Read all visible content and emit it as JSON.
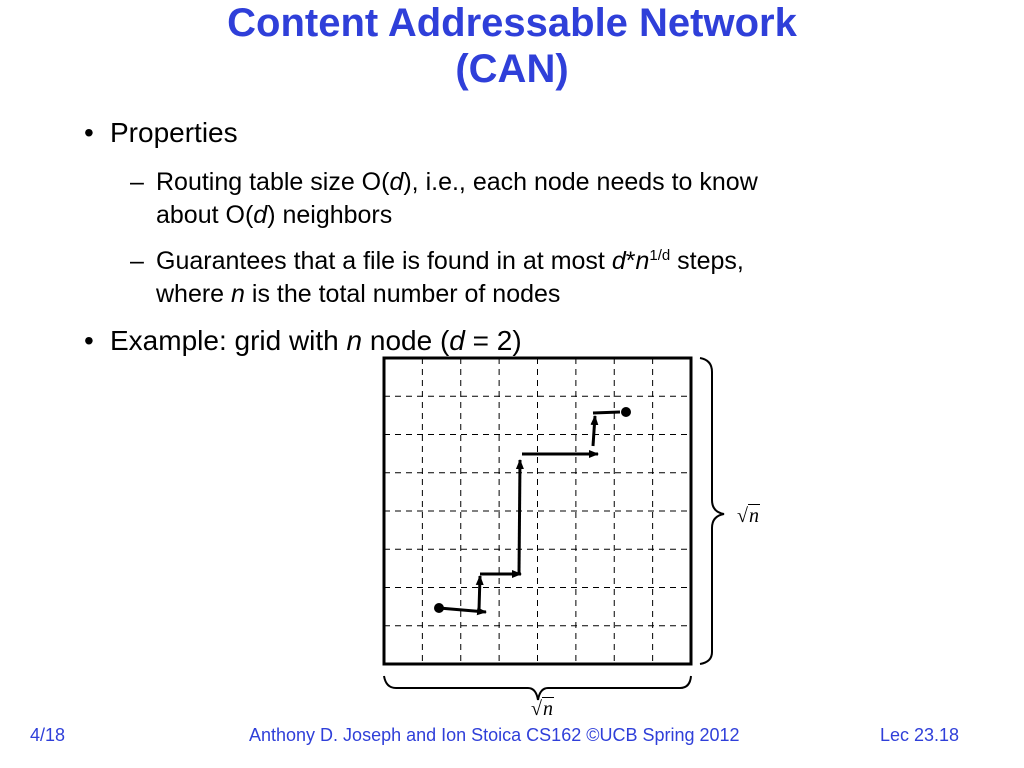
{
  "slide": {
    "title_line1": "Content Addressable Network",
    "title_line2": "(CAN)",
    "bullets": {
      "properties": "Properties",
      "example": {
        "prefix": "Example: grid with ",
        "n": "n",
        "mid": " node (",
        "d": "d",
        "suffix": " = 2)"
      }
    },
    "sub1": {
      "dash": "–",
      "a": "Routing table size O(",
      "d1": "d",
      "b": "), i.e., each node needs to know",
      "c": "about O(",
      "d2": "d",
      "e": ") neighbors"
    },
    "sub2": {
      "dash": "–",
      "a": "Guarantees that a file is found in at most ",
      "d": "d",
      "star": "*",
      "n1": "n",
      "exp": "1/d",
      "b": " steps,",
      "c": "where ",
      "n2": "n",
      "e": " is the total number of nodes"
    },
    "bullet_char": "•",
    "footer": {
      "left": "4/18",
      "center": "Anthony D. Joseph and Ion Stoica CS162 ©UCB Spring 2012",
      "right": "Lec 23.18"
    },
    "colors": {
      "title": "#2f3fd9",
      "footer": "#2f3fd9",
      "diagram": "#000000"
    }
  },
  "diagram": {
    "grid_cells": 8,
    "side_label": {
      "radical": "√",
      "radicand": "n"
    },
    "bottom_label": {
      "radical": "√",
      "radicand": "n"
    }
  }
}
